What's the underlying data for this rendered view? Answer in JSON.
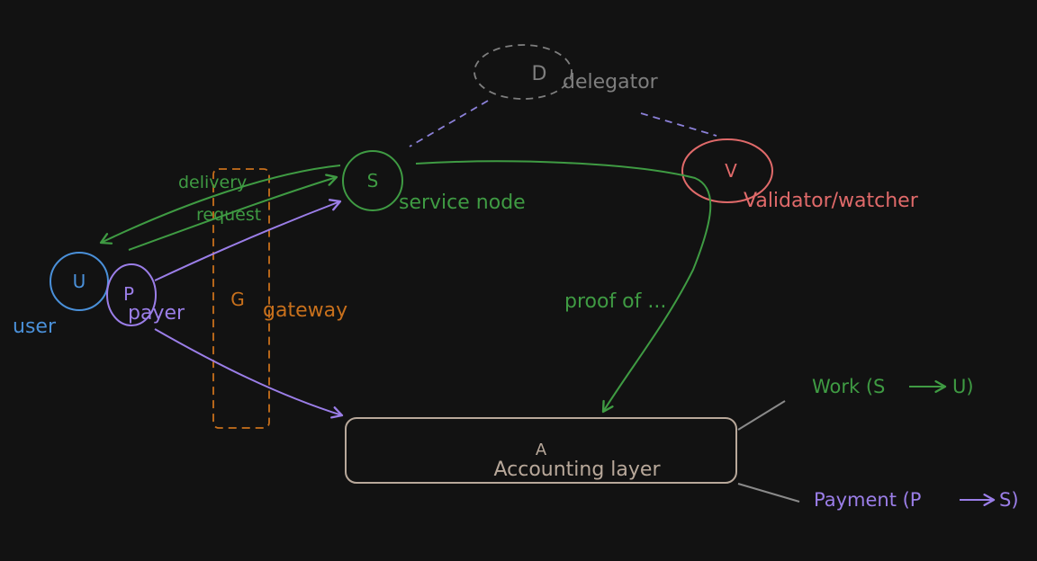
{
  "colors": {
    "background": "#121212",
    "user": "#4a90d9",
    "payer": "#9b7ee8",
    "service": "#3f9b43",
    "delegator": "#7e7e7e",
    "validator": "#e06a6a",
    "gateway": "#c8701c",
    "accounting": "#b8a89a",
    "dashed_link": "#8b80d8"
  },
  "nodes": {
    "user": {
      "letter": "U",
      "label": "user"
    },
    "payer": {
      "letter": "P",
      "label": "payer"
    },
    "gateway": {
      "letter": "G",
      "label": "gateway"
    },
    "service": {
      "letter": "S",
      "label": "service node"
    },
    "delegator": {
      "letter": "D",
      "label": "delegator"
    },
    "validator": {
      "letter": "V",
      "label": "Validator/watcher"
    },
    "accounting": {
      "letter": "A",
      "label": "Accounting layer"
    }
  },
  "edges": {
    "delivery": "delivery",
    "request": "request",
    "proof": "proof of ..."
  },
  "legend": {
    "work": "Work (S",
    "work_end": "U)",
    "payment": "Payment (P",
    "payment_end": "S)"
  }
}
